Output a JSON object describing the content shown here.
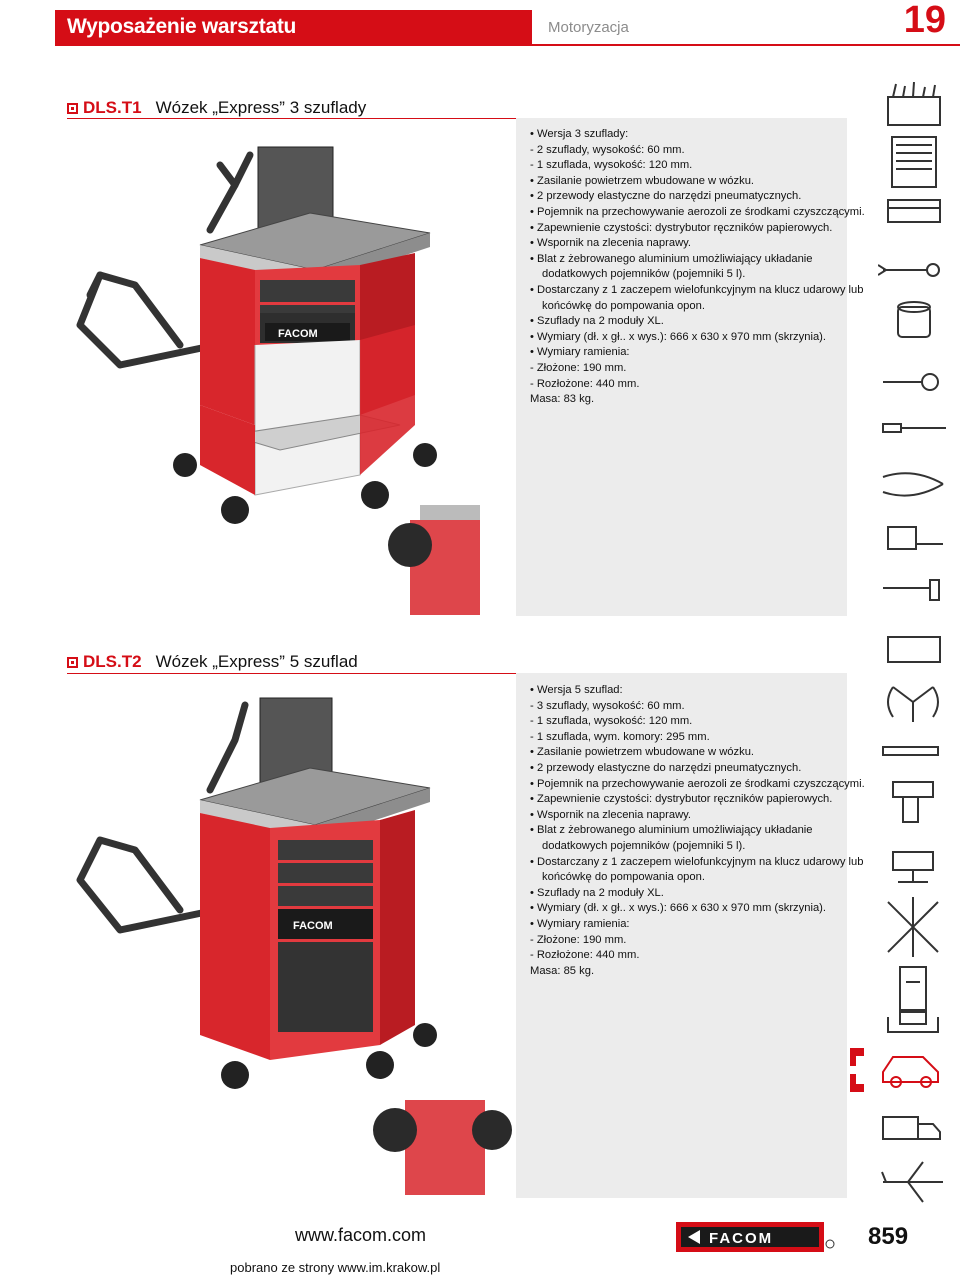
{
  "header": {
    "section_title": "Wyposażenie warsztatu",
    "category": "Motoryzacja",
    "section_number": "19"
  },
  "products": [
    {
      "code": "DLS.T1",
      "name": "Wózek „Express” 3 szuflady",
      "specs": [
        "• Wersja 3 szuflady:",
        "- 2 szuflady, wysokość: 60 mm.",
        "- 1 szuflada, wysokość: 120 mm.",
        "• Zasilanie powietrzem wbudowane w wózku.",
        "• 2 przewody elastyczne do narzędzi pneumatycznych.",
        "• Pojemnik na przechowywanie aerozoli ze środkami czyszczącymi.",
        "• Zapewnienie czystości: dystrybutor ręczników papierowych.",
        "• Wspornik na zlecenia naprawy.",
        "• Blat z żebrowanego aluminium umożliwiający układanie",
        "dodatkowych pojemników (pojemniki 5 l).",
        "• Dostarczany z 1 zaczepem wielofunkcyjnym na klucz udarowy lub",
        "końcówkę do pompowania opon.",
        "• Szuflady na 2 moduły XL.",
        "• Wymiary (dł. x gł.. x wys.): 666 x 630 x 970 mm (skrzynia).",
        "• Wymiary ramienia:",
        "- Złożone: 190 mm.",
        "- Rozłożone: 440 mm.",
        "Masa: 83 kg."
      ]
    },
    {
      "code": "DLS.T2",
      "name": "Wózek „Express” 5 szuflad",
      "specs": [
        "• Wersja 5 szuflad:",
        "- 3 szuflady, wysokość: 60 mm.",
        "- 1 szuflada, wysokość: 120 mm.",
        "- 1 szuflada, wym. komory: 295 mm.",
        "• Zasilanie powietrzem wbudowane w wózku.",
        "• 2 przewody elastyczne do narzędzi pneumatycznych.",
        "• Pojemnik na przechowywanie aerozoli ze środkami czyszczącymi.",
        "• Zapewnienie czystości: dystrybutor ręczników papierowych.",
        "• Wspornik na zlecenia naprawy.",
        "• Blat z żebrowanego aluminium umożliwiający układanie",
        "dodatkowych pojemników (pojemniki 5 l).",
        "• Dostarczany z 1 zaczepem wielofunkcyjnym na klucz udarowy lub",
        "końcówkę do pompowania opon.",
        "• Szuflady na 2 moduły XL.",
        "• Wymiary (dł. x gł.. x wys.): 666 x 630 x 970 mm (skrzynia).",
        "• Wymiary ramienia:",
        "- Złożone: 190 mm.",
        "- Rozłożone: 440 mm.",
        "Masa: 85 kg."
      ]
    }
  ],
  "sidebar_icons": [
    "tool-box-icon",
    "tool-cabinet-icon",
    "storage-drawer-icon",
    "wrench-icon",
    "socket-icon",
    "ratchet-icon",
    "screwdriver-icon",
    "pliers-icon",
    "tape-measure-icon",
    "hammer-icon",
    "hacksaw-icon",
    "puller-icon",
    "torque-wrench-icon",
    "impact-wrench-icon",
    "vise-icon",
    "safety-glasses-icon",
    "electrical-fuse-icon",
    "clamp-icon",
    "car-icon",
    "truck-icon",
    "airplane-icon"
  ],
  "brand_logo": "FACOM",
  "footer": {
    "url": "www.facom.com",
    "page_number": "859",
    "source": "pobrano ze strony www.im.krakow.pl"
  },
  "colors": {
    "accent": "#d50d16",
    "panel": "#ececec",
    "cart_red": "#d8262c"
  }
}
